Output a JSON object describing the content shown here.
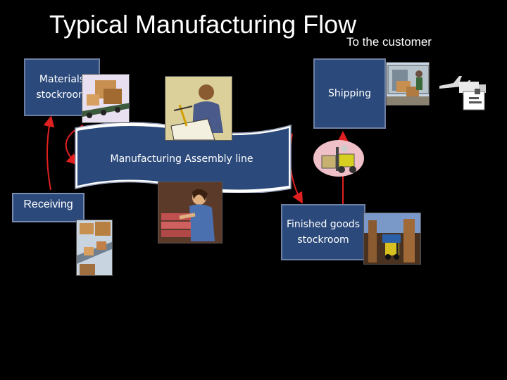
{
  "slide": {
    "title": "Typical Manufacturing Flow",
    "subtitle": "To the customer"
  },
  "nodes": {
    "materials_stockroom": "Materials stockroom",
    "shipping": "Shipping",
    "assembly_line": "Manufacturing Assembly line",
    "receiving": "Receiving",
    "finished_goods": "Finished goods stockroom"
  },
  "colors": {
    "background": "#000000",
    "box_fill": "#2b4a7b",
    "box_border": "#6d7fa3",
    "arrow": "#e02020",
    "banner": "#ffffff"
  },
  "icons": {
    "materials": "warehouse-conveyor-clipart",
    "engineer": "engineer-drafting-clipart",
    "shipping": "loading-dock-clipart",
    "truck": "truck-plane-icon",
    "forklift": "forklift-clipart",
    "assembly_worker": "assembly-worker-clipart",
    "receiving": "receiving-conveyor-clipart",
    "finished": "warehouse-forklift-clipart"
  }
}
